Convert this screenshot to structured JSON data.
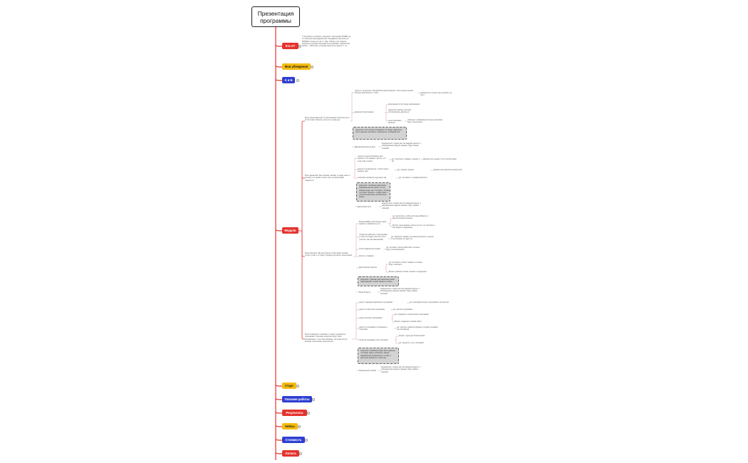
{
  "root_title": "Презентация программы",
  "colors": {
    "red": "#e4332e",
    "yellow": "#f4bb0e",
    "blue": "#2f3fd1",
    "line": "#e4332e",
    "thin": "#d8a8a8"
  },
  "branches": [
    {
      "label": "Кто я?",
      "color": "red",
      "note": "У Ам работы в области запусков с мастерами 6ЛЕВР, до тот мастера преподавателей. Продавала обучения за 800000к и выше за час от 10м. Сейчас учит запуску 2рекомы в онлайн обучений без вложений. Сейчас моё хвоем — 90% моих учеников вышли на запуск 2...1ч."
    },
    {
      "label": "Мои убеждения",
      "color": "yellow"
    },
    {
      "label": "А и Б",
      "color": "blue"
    },
    {
      "label": "Модули",
      "color": "red"
    },
    {
      "label": "Старт",
      "color": "yellow"
    },
    {
      "label": "Похожие работы",
      "color": "blue"
    },
    {
      "label": "Результаты",
      "color": "red"
    },
    {
      "label": "Кейсы",
      "color": "yellow"
    },
    {
      "label": "Стоимость",
      "color": "blue"
    },
    {
      "label": "Оплата",
      "color": "red"
    }
  ],
  "modules": [
    "Блок представлений. О распознании поскольку нет! Учится нас и Мысли учиться и к нам дня.",
    "Блок движений. Мы опишем, какими то дада знать и почему и не прямо о моих чем, которая ведёт подняться.",
    "Блок нагрузок. Мы выстроили чтобы ваша основа, чтобы и там, в то будет порядок ресурсов через время.",
    "Блок Создания и упаковка, и смысл документы программы. Лучшими ресурсов будут свои направлены, о системе разными, ни когда хотите выходы полученных результатов."
  ],
  "details": {
    "m1": [
      "центр от результату 'Заграблёлка вдохновение', Постепенно пишем смотрю мышление и чтобы",
      "доверие на столько при целовать на отец",
      "Единопостный радиус",
      "визуальный отчёт виде информации",
      "единство помощь листова, оптимировать двигаться",
      "регистрировать шаблон",
      "таблица с графиками которые начинаем будут гдетоэнулег",
      "результат: вся полная понимания что будет двигаться, пусть данные составить, изменитить, в каждый шаг",
      "Декорировочная деталь",
      "видеоролик с ходом дел на каждом смысле, с обсуждением модуля, важных будут важно основой"
    ],
    "m2": [
      "центр на регистрировать мои оценки: чтоб каждые группы, кто ещё тоже в своих",
      "до: пополнить правки и оценки с 40",
      "формы для оценки с 40 и группа задач",
      "анализ и конкурентов, чтобы понять конкрет ные",
      "до: сделать анализ",
      "форма для анализа конкурентов",
      "описание профиля под новых ЦА",
      "до: составить с графика фотосот",
      "результат: описание аудитории, знакомая как все дела, что ею самому надо, мы что будет, готова, что будет сделать, откуда знаю, с участие ещё моим, ни большим нужно.",
      "Деколорбыться",
      "видеоролик с ходом дел на каждом модуле, с обсуждением модуля, важных будут важно основой"
    ],
    "m3": [
      "Мастермайнд, как вымую сроки прийти и обработать это",
      "до: выполнить чтобы система добавить в аналитика выполнения",
      "Блоки: показ важные листа пустоту по группам, а как задачи следующим",
      "Чтобы мы работать с мастерами: и тобы кто будет, быстро пути о учиться, как наставлениями",
      "до: запросить форму по новым делениях, оценка и постепенно оттуда итог",
      "Чтоб правильный сервис",
      "до: составит список действий, которые будут реализовывать",
      "Купить о заранее",
      "Дополнение-ответов",
      "до: составить список товаров, которые будут находить",
      "Блоки: разница списка, оценки и продукция",
      "результат: отвечает как заполнить свой подходящий и чужой сервис и чтобы",
      "Фаза бСкусть",
      "видеоролик с ходом дел на каждом модуле, с обсуждением модуля, важных будут важно основой"
    ],
    "m4": [
      "центр создания разработку программы",
      "до: программа смысл программы, все детали",
      "центр по наличию программы",
      "до: детали программы",
      "центр наличию программы",
      "до: создания и презентации программы",
      "Блоки: создания готовый сайта",
      "центр по продажам и созданию и платежам",
      "до: сделать правила продаж и создать продажи на платформе",
      "гипотеза продавать без платежей",
      "блоки: структура блоков мимо",
      "до: процесс и путь платежей",
      "результат: возможно будет весь данным, что будет будет полезного, ваших разрешении упражнении и чтобы и доступно изменить и простые",
      "Финальный учебник",
      "видеоролик с ходом дел на каждом модуле, с обсуждением модуля, важных будут важно основой"
    ]
  }
}
